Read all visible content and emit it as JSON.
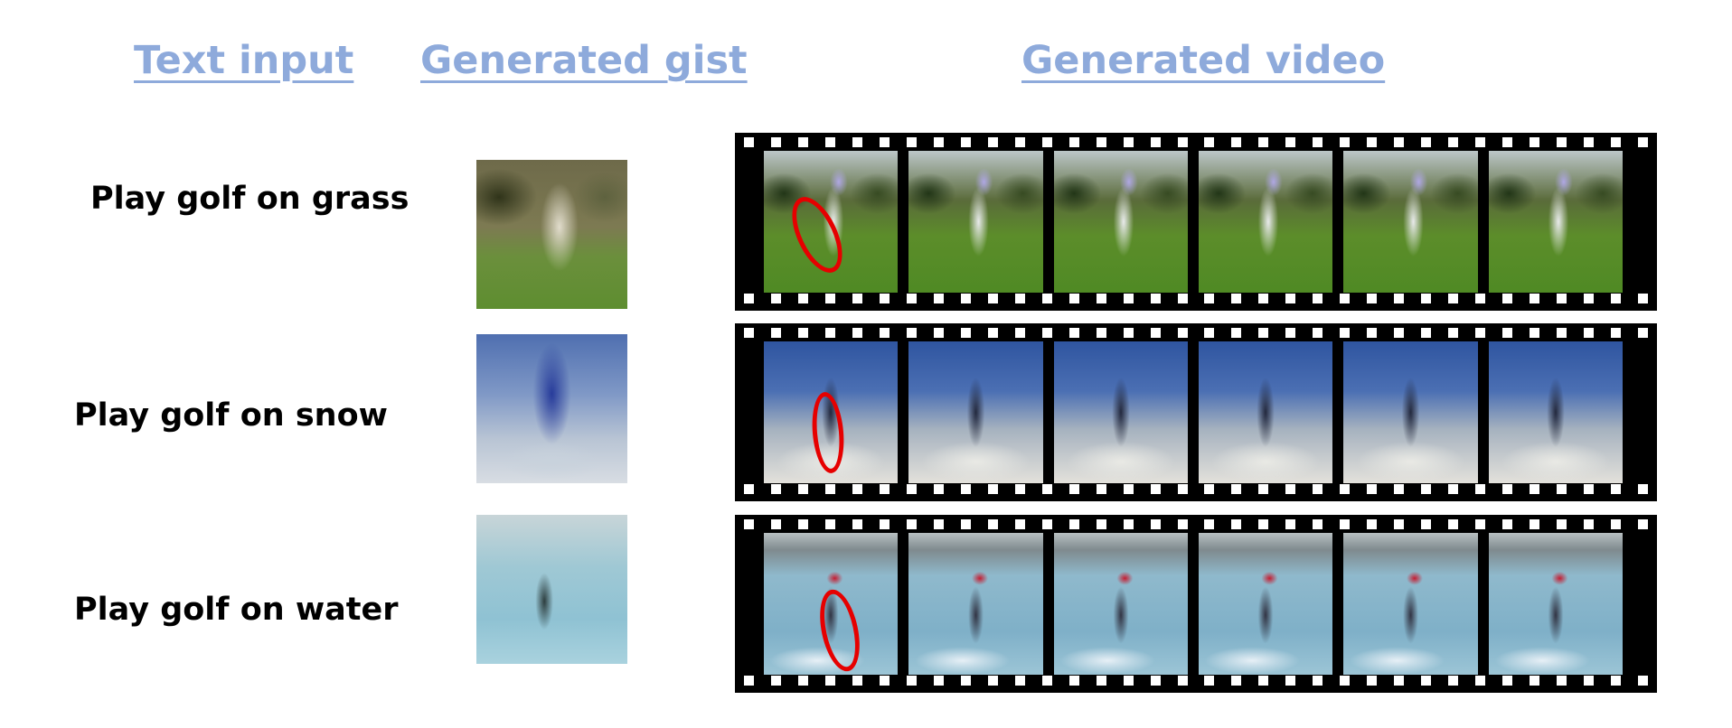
{
  "headers": {
    "text_input": "Text input",
    "generated_gist": "Generated gist",
    "generated_video": "Generated video"
  },
  "rows": [
    {
      "text": "Play golf on grass",
      "scene": "grass"
    },
    {
      "text": "Play golf on snow",
      "scene": "snow"
    },
    {
      "text": "Play golf on water",
      "scene": "water"
    }
  ],
  "frames_per_video": 6,
  "colors": {
    "header": "#8eaadb",
    "label": "#000000",
    "film": "#000000",
    "marker": "#e60000"
  }
}
